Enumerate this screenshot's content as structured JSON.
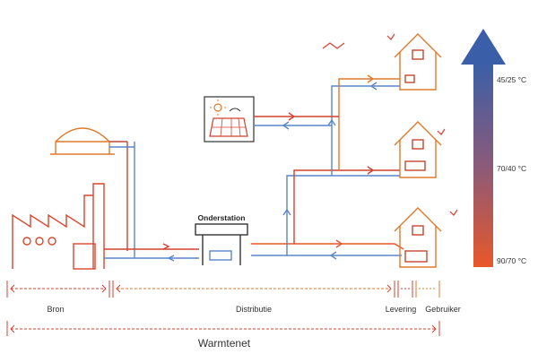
{
  "labels": {
    "substation": "Onderstation",
    "bron": "Bron",
    "distributie": "Distributie",
    "levering": "Levering",
    "gebruiker": "Gebruiker",
    "warmtenet": "Warmtenet"
  },
  "temperature_scale": {
    "top": "45/25 °C",
    "middle": "70/40 °C",
    "bottom": "90/70 °C"
  },
  "colors": {
    "supply_hot": "#e8572a",
    "supply_warm": "#c4462f",
    "return_cool": "#5a86c8",
    "outline_orange": "#e07a2b",
    "scale_top": "#3a5fa8",
    "scale_bottom": "#e8572a"
  },
  "icons": [
    "factory-icon",
    "biogas-dome-icon",
    "solar-collector-icon",
    "house-icon",
    "bird-icon",
    "substation-icon"
  ]
}
